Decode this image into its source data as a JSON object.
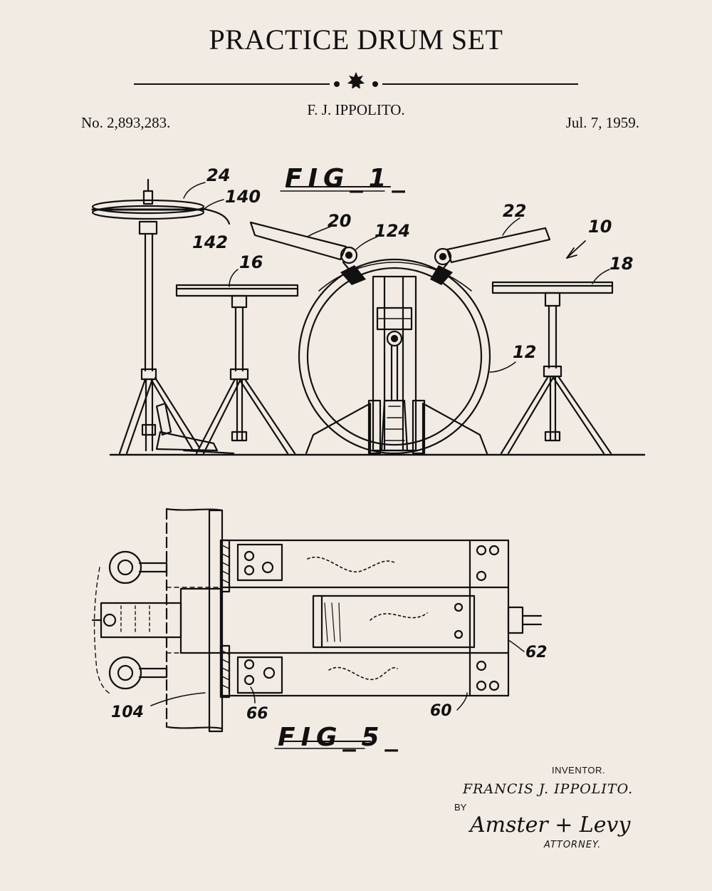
{
  "header": {
    "title": "PRACTICE DRUM SET",
    "inventor": "F. J. IPPOLITO.",
    "patent_number": "No. 2,893,283.",
    "date": "Jul. 7, 1959."
  },
  "figure1": {
    "label": "FIG_1_",
    "refs": [
      "24",
      "140",
      "142",
      "16",
      "20",
      "124",
      "22",
      "10",
      "18",
      "12"
    ]
  },
  "figure5": {
    "label": "FIG_5_",
    "refs": [
      "62",
      "104",
      "66",
      "60"
    ]
  },
  "signature": {
    "inventor_label": "INVENTOR.",
    "inventor_name": "FRANCIS J. IPPOLITO.",
    "by_label": "BY",
    "attorney_firm": "Amster + Levy",
    "attorney_label": "ATTORNEY."
  }
}
